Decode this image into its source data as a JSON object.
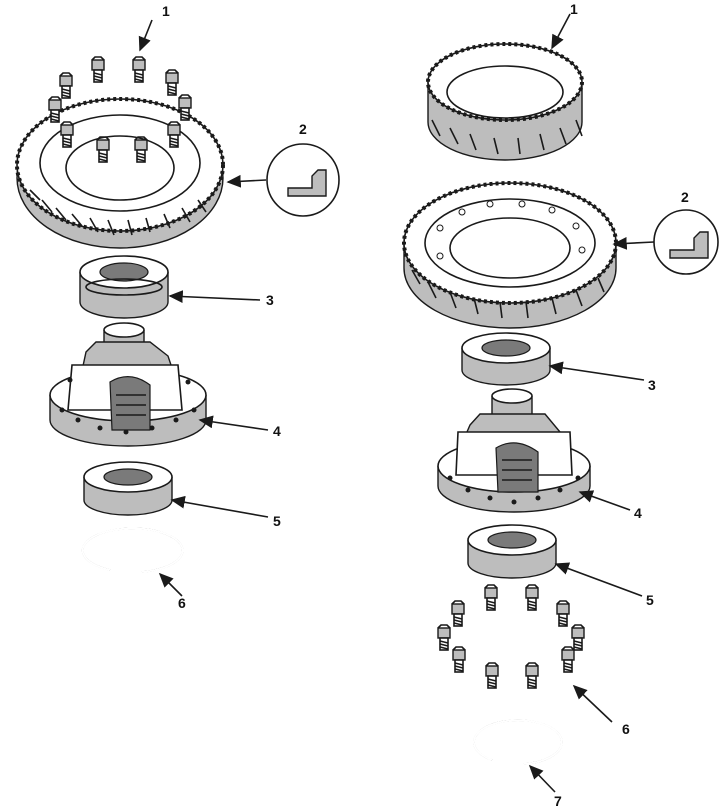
{
  "left_assembly": {
    "callouts": {
      "ring_gear_bolts": "1",
      "ring_gear": "2",
      "upper_bearing": "3",
      "differential_case": "4",
      "lower_bearing": "5",
      "snap_ring": "6"
    }
  },
  "right_assembly": {
    "callouts": {
      "ring_gear_upper": "1",
      "ring_gear": "2",
      "upper_bearing": "3",
      "differential_case": "4",
      "lower_bearing": "5",
      "case_bolts": "6",
      "snap_ring": "7"
    }
  },
  "colors": {
    "ink": "#1a1a1a",
    "shade": "#bdbdbd"
  },
  "icons": {
    "detail_symbol": "detail-symbol-icon"
  }
}
